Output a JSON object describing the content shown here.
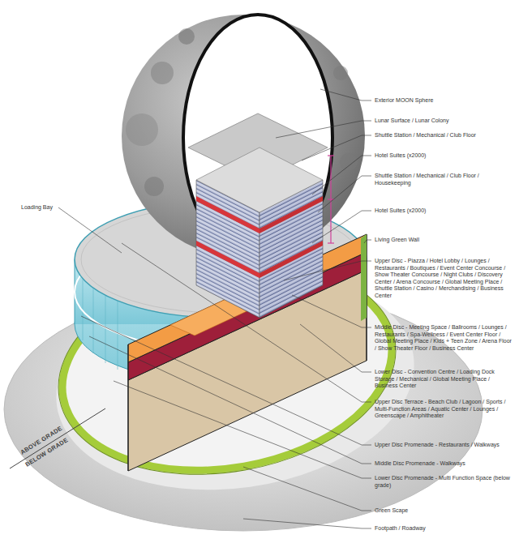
{
  "diagram": {
    "labels": [
      "Exterior MOON Sphere",
      "Lunar Surface / Lunar Colony",
      "Shuttle Station / Mechanical / Club Floor",
      "Hotel Suites (x2000)",
      "Shuttle Station / Mechanical / Club Floor / Housekeeping",
      "Hotel Suites (x2000)",
      "Loading Bay",
      "Living Green Wall",
      "Upper Disc - Piazza / Hotel Lobby / Lounges / Restaurants / Boutiques / Event Center Concourse / Show Theater Concourse / Night Clubs / Discovery Center / Arena Concourse / Global Meeting Place / Shuttle Station / Casino / Merchandising / Business Center",
      "Middle Disc - Meeting Space / Ballrooms / Lounges / Restaurants / Spa-Wellness / Event Center Floor / Global Meeting Place / Kids + Teen Zone / Arena Floor / Show Theater Floor / Business Center",
      "Lower Disc - Convention Centre / Loading Dock Storage / Mechanical / Global Meeting Place / Business Center",
      "Upper Disc Terrace - Beach Club / Lagoon / Sports / Multi-Function Areas / Aquatic Center / Lounges / Greenscape / Amphitheater",
      "Upper Disc Promenade - Restaurants / Walkways",
      "Middle Disc Promenade - Walkways",
      "Lower Disc Promenade - Multi Function Space (below grade)",
      "Green Scape",
      "Footpath / Roadway",
      "ABOVE GRADE",
      "BELOW GRADE"
    ]
  }
}
